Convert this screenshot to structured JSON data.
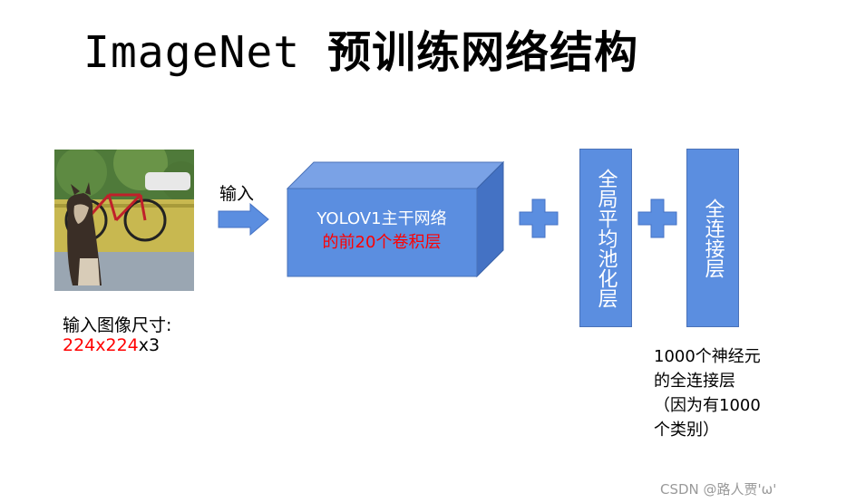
{
  "title": {
    "latin": "ImageNet",
    "chinese": "预训练网络结构"
  },
  "input_arrow_label": "输入",
  "input_size": {
    "label": "输入图像尺寸:",
    "dims_red": "224x224",
    "dims_rest": "x3"
  },
  "backbone": {
    "line1": "YOLOV1主干网络",
    "line2": "的前20个卷积层"
  },
  "pool_layer": "全局平均池化层",
  "fc_layer": "全连接层",
  "fc_desc": {
    "line1": "1000个神经元",
    "line2": "的全连接层",
    "line3": "（因为有1000",
    "line4": "个类别）"
  },
  "watermark": "CSDN @路人贾'ω'",
  "colors": {
    "box_fill": "#5b8ee0",
    "box_side": "#4472c4",
    "box_top": "#7aa2e6",
    "highlight": "#ff0000"
  }
}
